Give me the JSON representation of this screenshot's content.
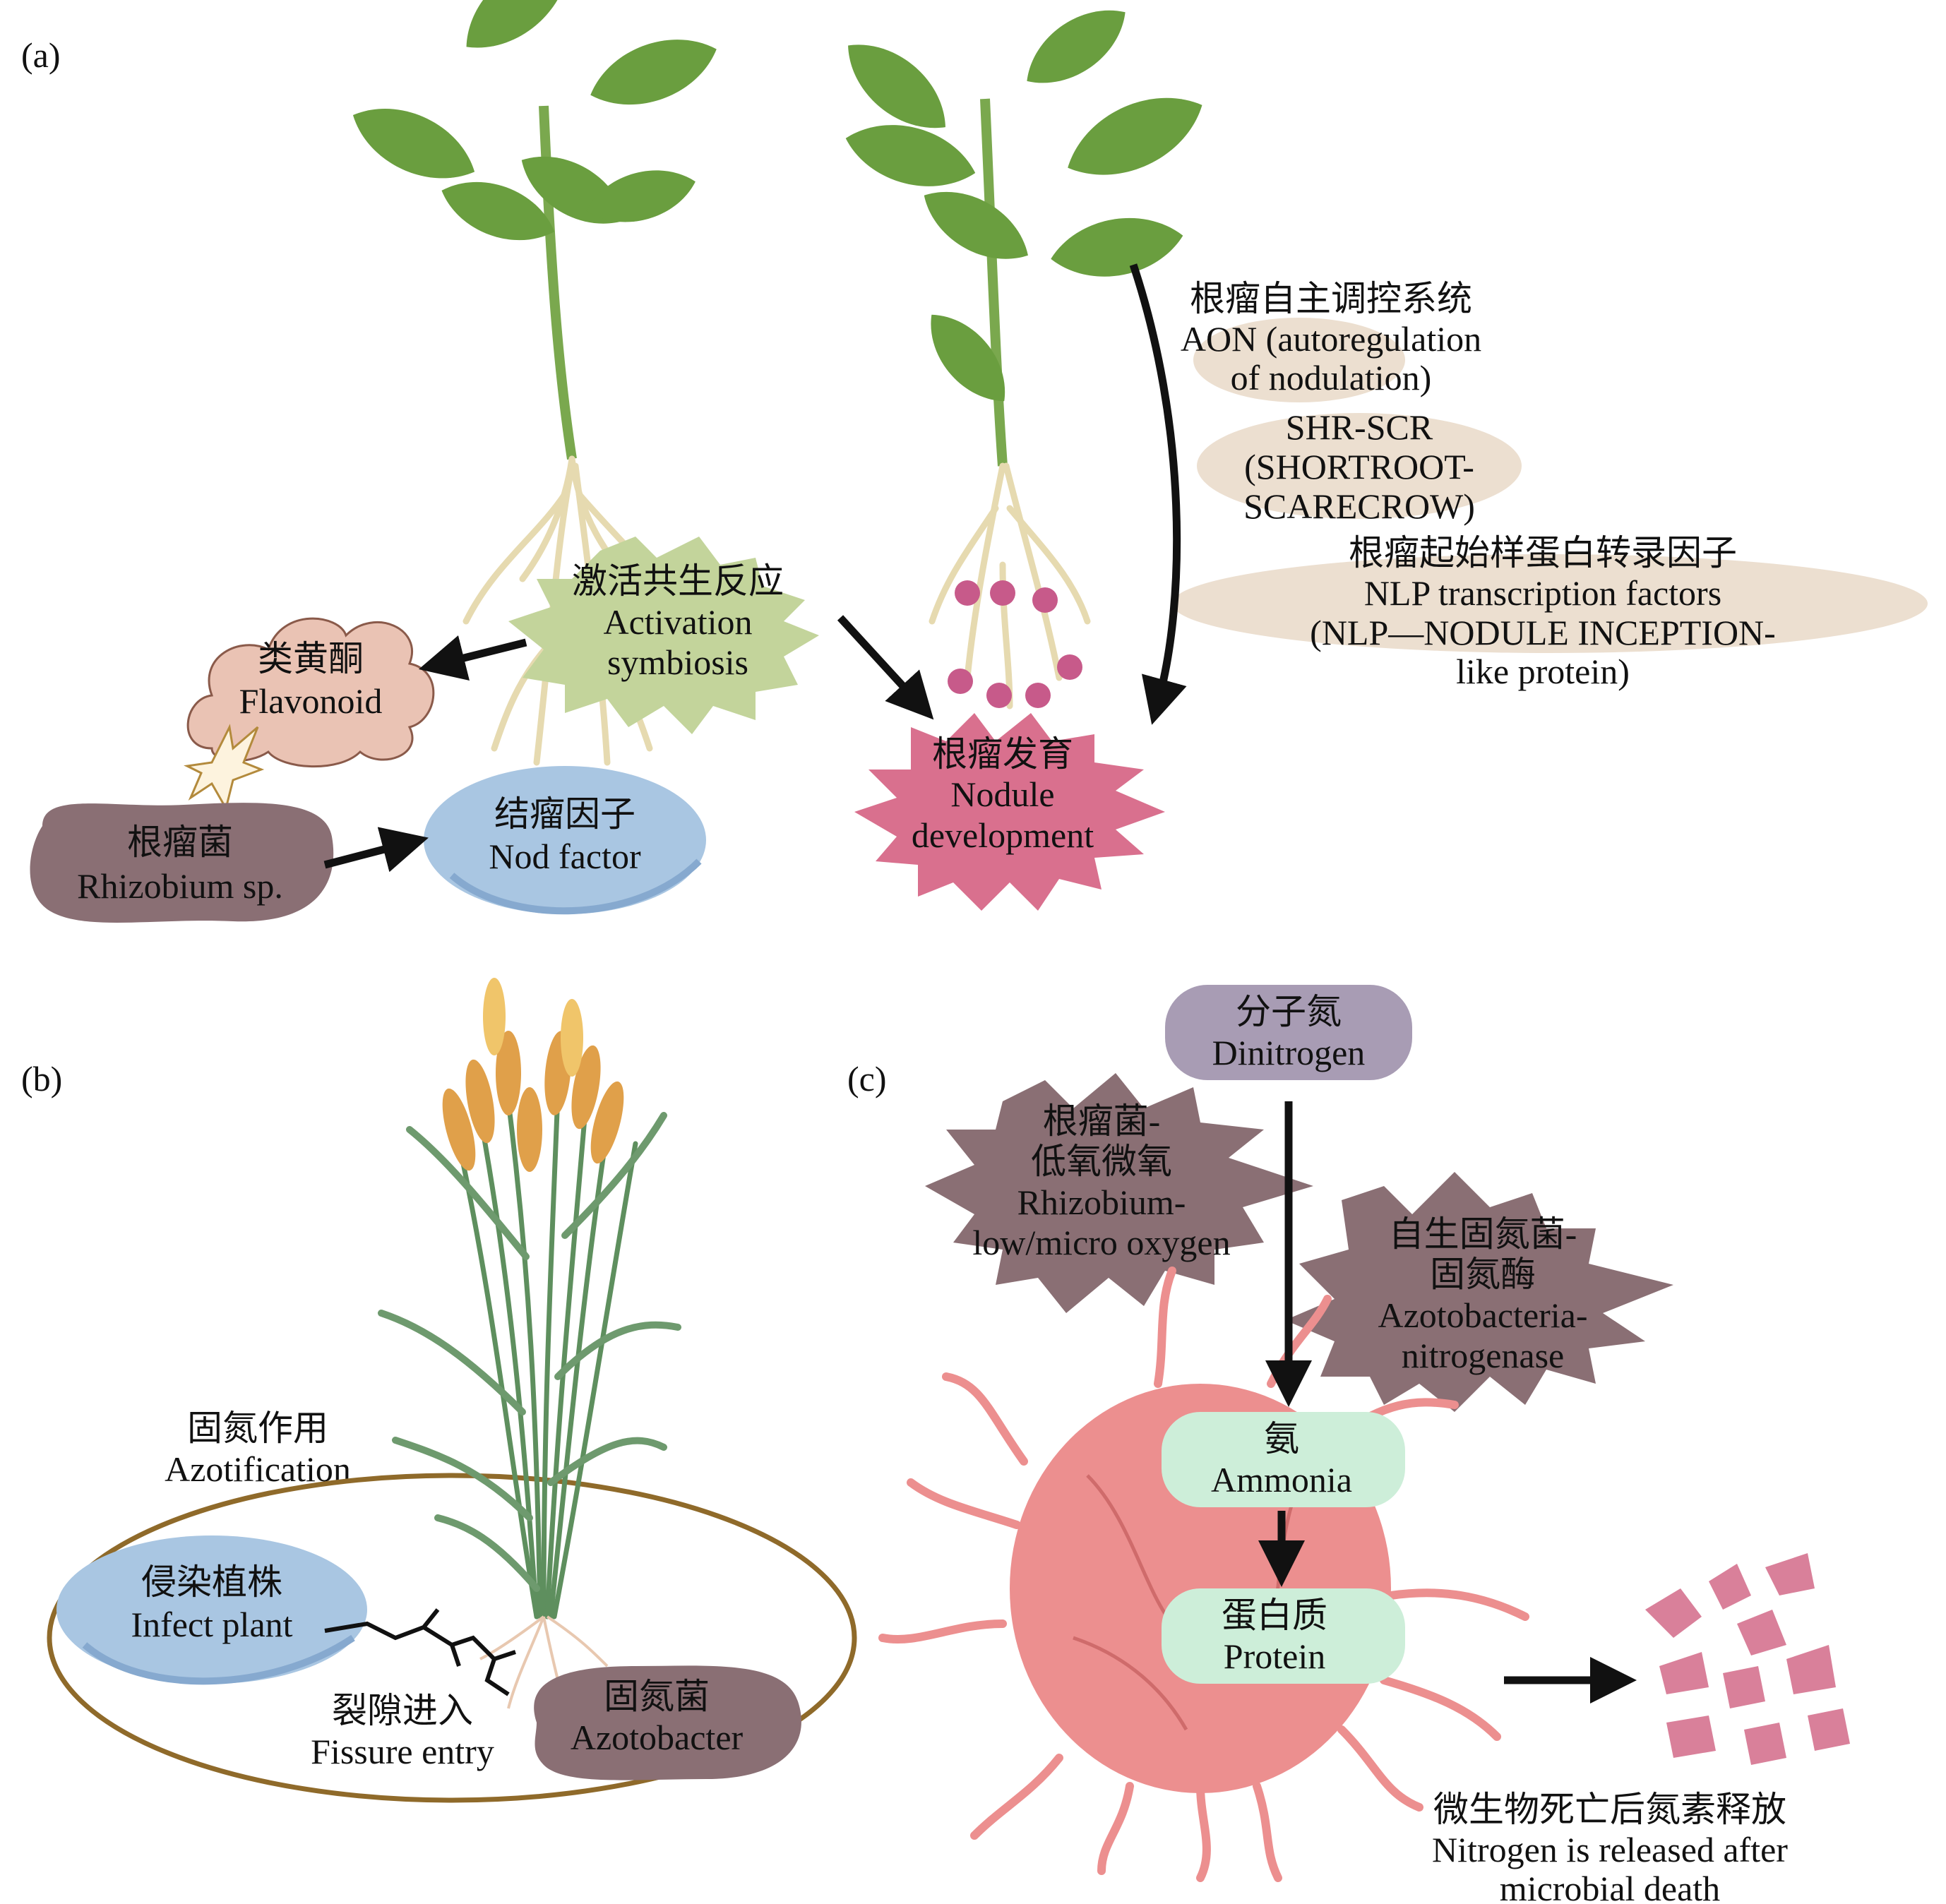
{
  "panels": {
    "a": "(a)",
    "b": "(b)",
    "c": "(c)"
  },
  "colors": {
    "leaf": "#6a9e3f",
    "stem": "#7aa84e",
    "root": "#e6dab0",
    "brown_bubble": "#8a6f74",
    "pink_cloud": "#eac3b4",
    "blue_oval": "#a9c6e2",
    "green_burst": "#c3d49b",
    "pink_burst": "#d9708e",
    "nodule": "#c75a8a",
    "beige_pill": "#ecdfd0",
    "lavender_pill": "#a89cb4",
    "mint_pill": "#cdeed9",
    "bacterium": "#ec8f8f",
    "ellipse_outline": "#8f6a2a"
  },
  "a": {
    "flavonoid": {
      "zh": "类黄酮",
      "en": "Flavonoid"
    },
    "activation": {
      "zh": "激活共生反应",
      "en1": "Activation",
      "en2": "symbiosis"
    },
    "rhizobium": {
      "zh": "根瘤菌",
      "en": "Rhizobium sp."
    },
    "nod_factor": {
      "zh": "结瘤因子",
      "en": "Nod factor"
    },
    "nodule": {
      "zh": "根瘤发育",
      "en1": "Nodule",
      "en2": "development"
    },
    "aon": {
      "zh": "根瘤自主调控系统",
      "en1": "AON (autoregulation",
      "en2": "of nodulation)"
    },
    "shr": {
      "l1": "SHR-SCR",
      "l2": "(SHORTROOT-",
      "l3": "SCARECROW)"
    },
    "nlp": {
      "zh": "根瘤起始样蛋白转录因子",
      "en1": "NLP transcription factors",
      "en2": "(NLP—NODULE INCEPTION-",
      "en3": "like protein)"
    }
  },
  "b": {
    "azotification": {
      "zh": "固氮作用",
      "en": "Azotification"
    },
    "infect": {
      "zh": "侵染植株",
      "en": "Infect plant"
    },
    "fissure": {
      "zh": "裂隙进入",
      "en": "Fissure entry"
    },
    "azotobacter": {
      "zh": "固氮菌",
      "en": "Azotobacter"
    }
  },
  "c": {
    "dinitrogen": {
      "zh": "分子氮",
      "en": "Dinitrogen"
    },
    "rhizobium_oxygen": {
      "zh1": "根瘤菌-",
      "zh2": "低氧微氧",
      "en1": "Rhizobium-",
      "en2": "low/micro oxygen"
    },
    "azotobacteria": {
      "zh1": "自生固氮菌-",
      "zh2": "固氮酶",
      "en1": "Azotobacteria-",
      "en2": "nitrogenase"
    },
    "ammonia": {
      "zh": "氨",
      "en": "Ammonia"
    },
    "protein": {
      "zh": "蛋白质",
      "en": "Protein"
    },
    "release": {
      "zh": "微生物死亡后氮素释放",
      "en1": "Nitrogen is released after",
      "en2": "microbial death"
    }
  }
}
